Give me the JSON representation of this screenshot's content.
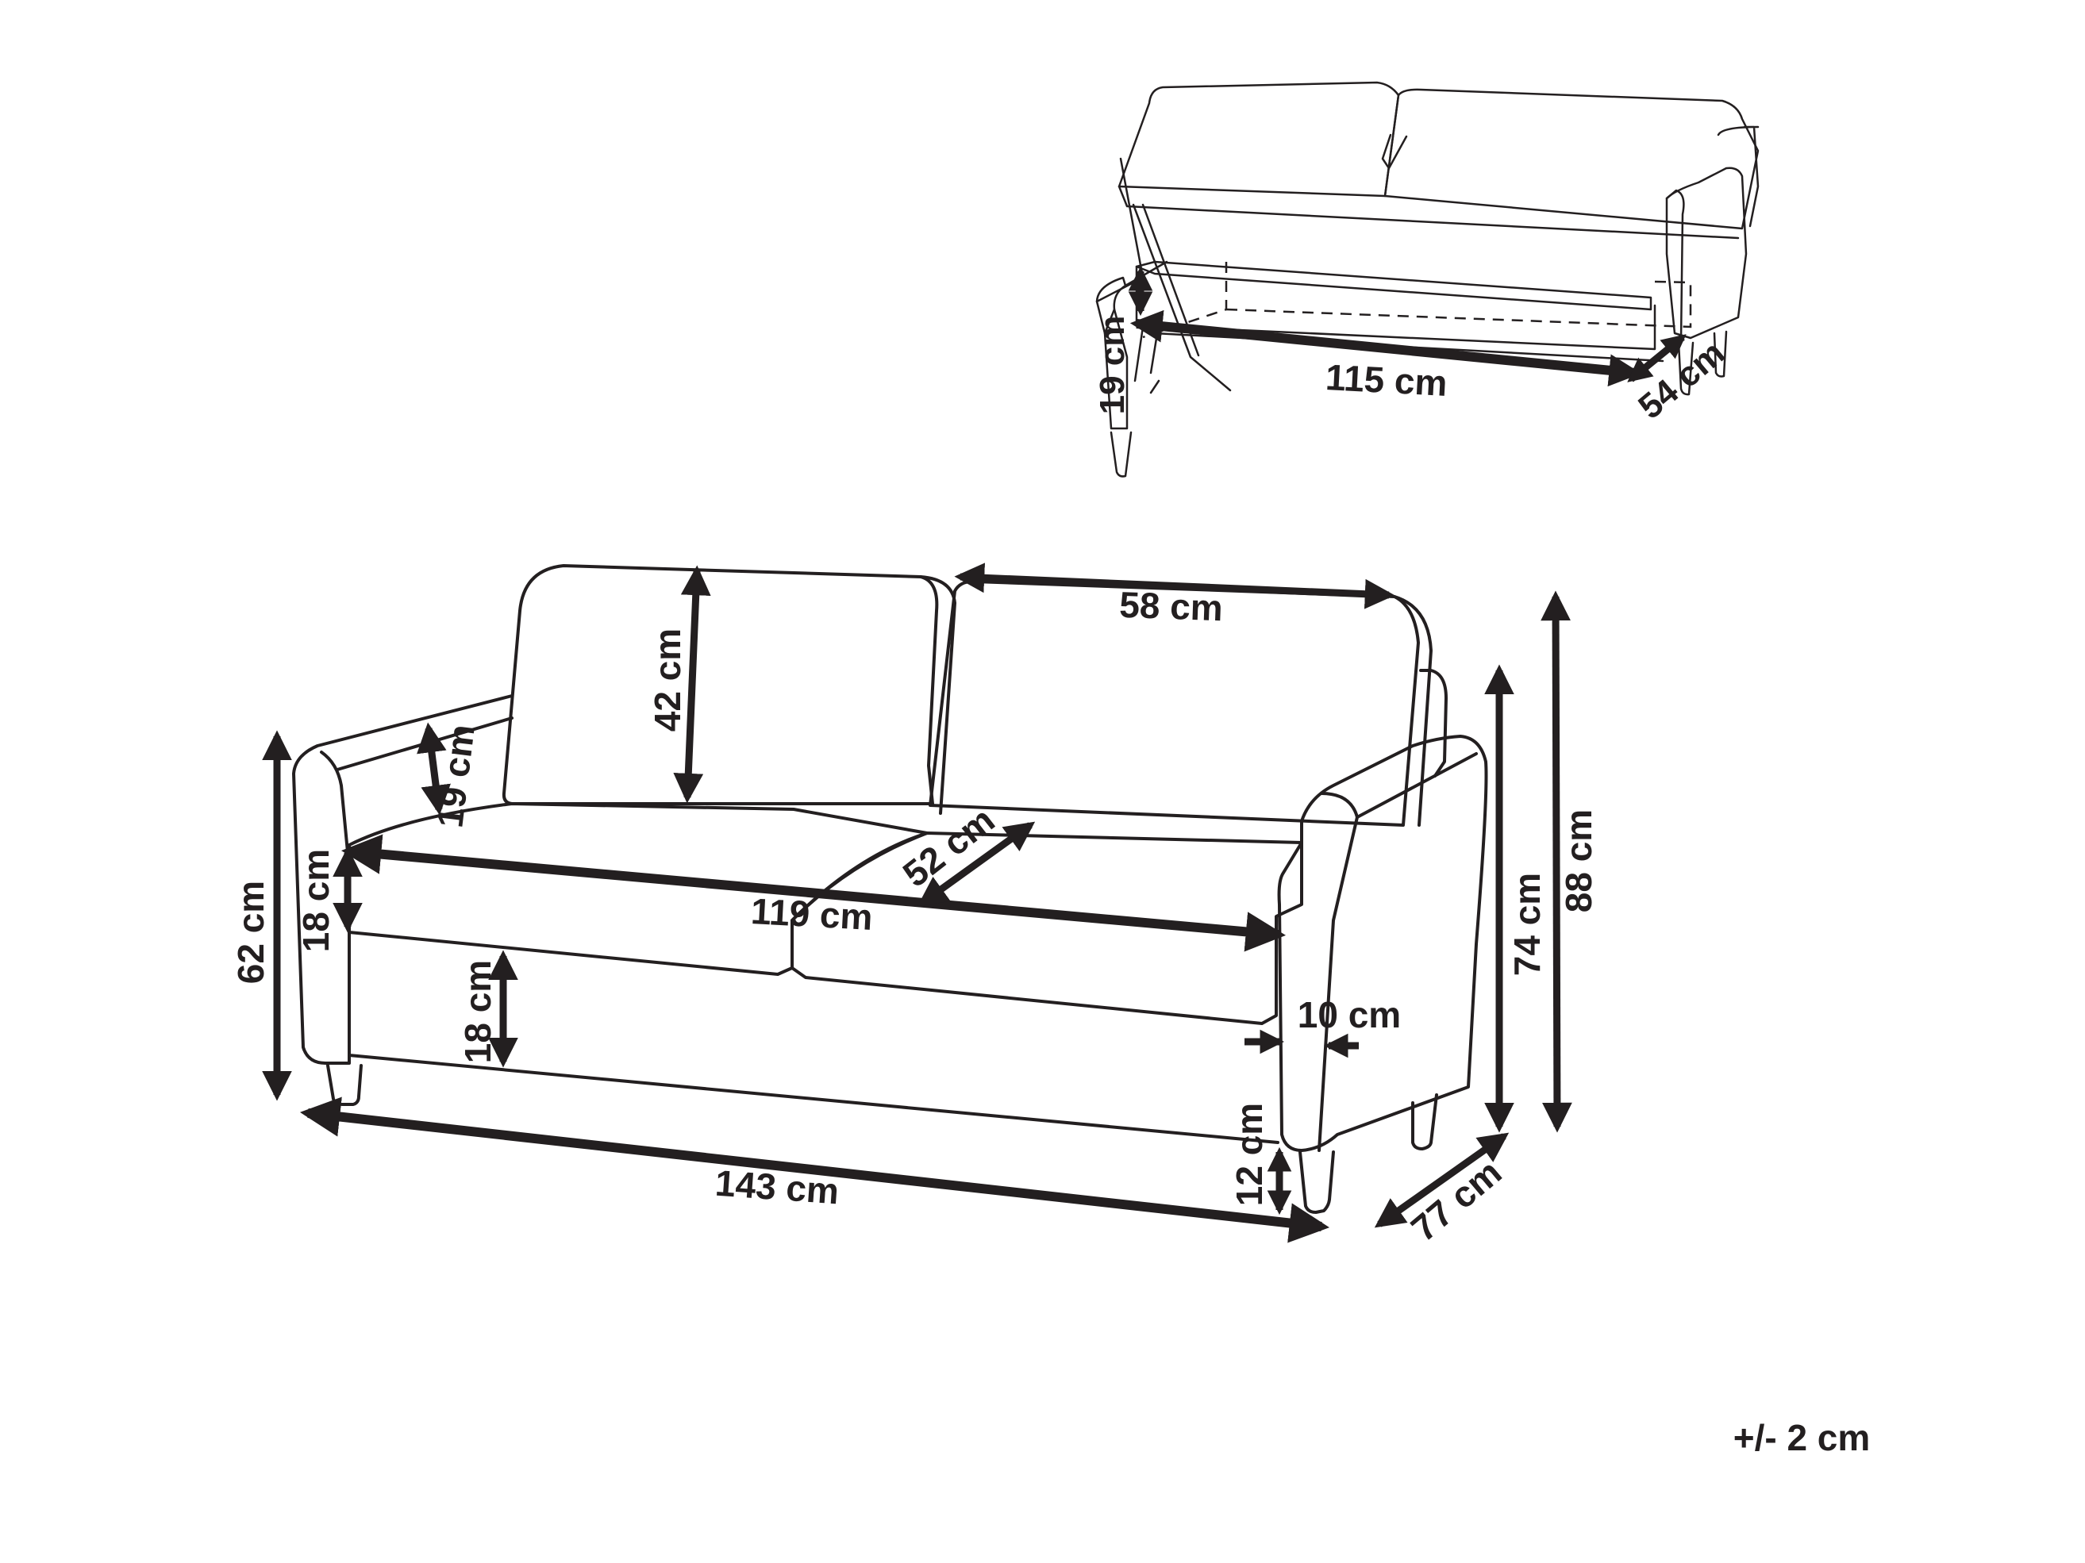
{
  "diagram": {
    "type": "product-dimension-drawing",
    "subject": "sofa with storage",
    "colors": {
      "line": "#231f20",
      "background": "#ffffff"
    },
    "storage_view": {
      "labels": {
        "storage_height": "19 cm",
        "storage_width": "115 cm",
        "storage_depth": "54 cm"
      }
    },
    "main_view": {
      "labels": {
        "backrest_width": "58 cm",
        "backrest_height": "42 cm",
        "armrest_height_above_seat": "19 cm",
        "armrest_floor_height": "62 cm",
        "seat_cushion_thickness": "18 cm",
        "seat_width": "119 cm",
        "seat_depth": "52 cm",
        "base_height": "18 cm",
        "armrest_width": "10 cm",
        "seat_height": "74 cm",
        "total_height": "88 cm",
        "total_width": "143 cm",
        "leg_height": "12 cm",
        "total_depth": "77 cm"
      }
    },
    "tolerance": "+/- 2 cm"
  }
}
